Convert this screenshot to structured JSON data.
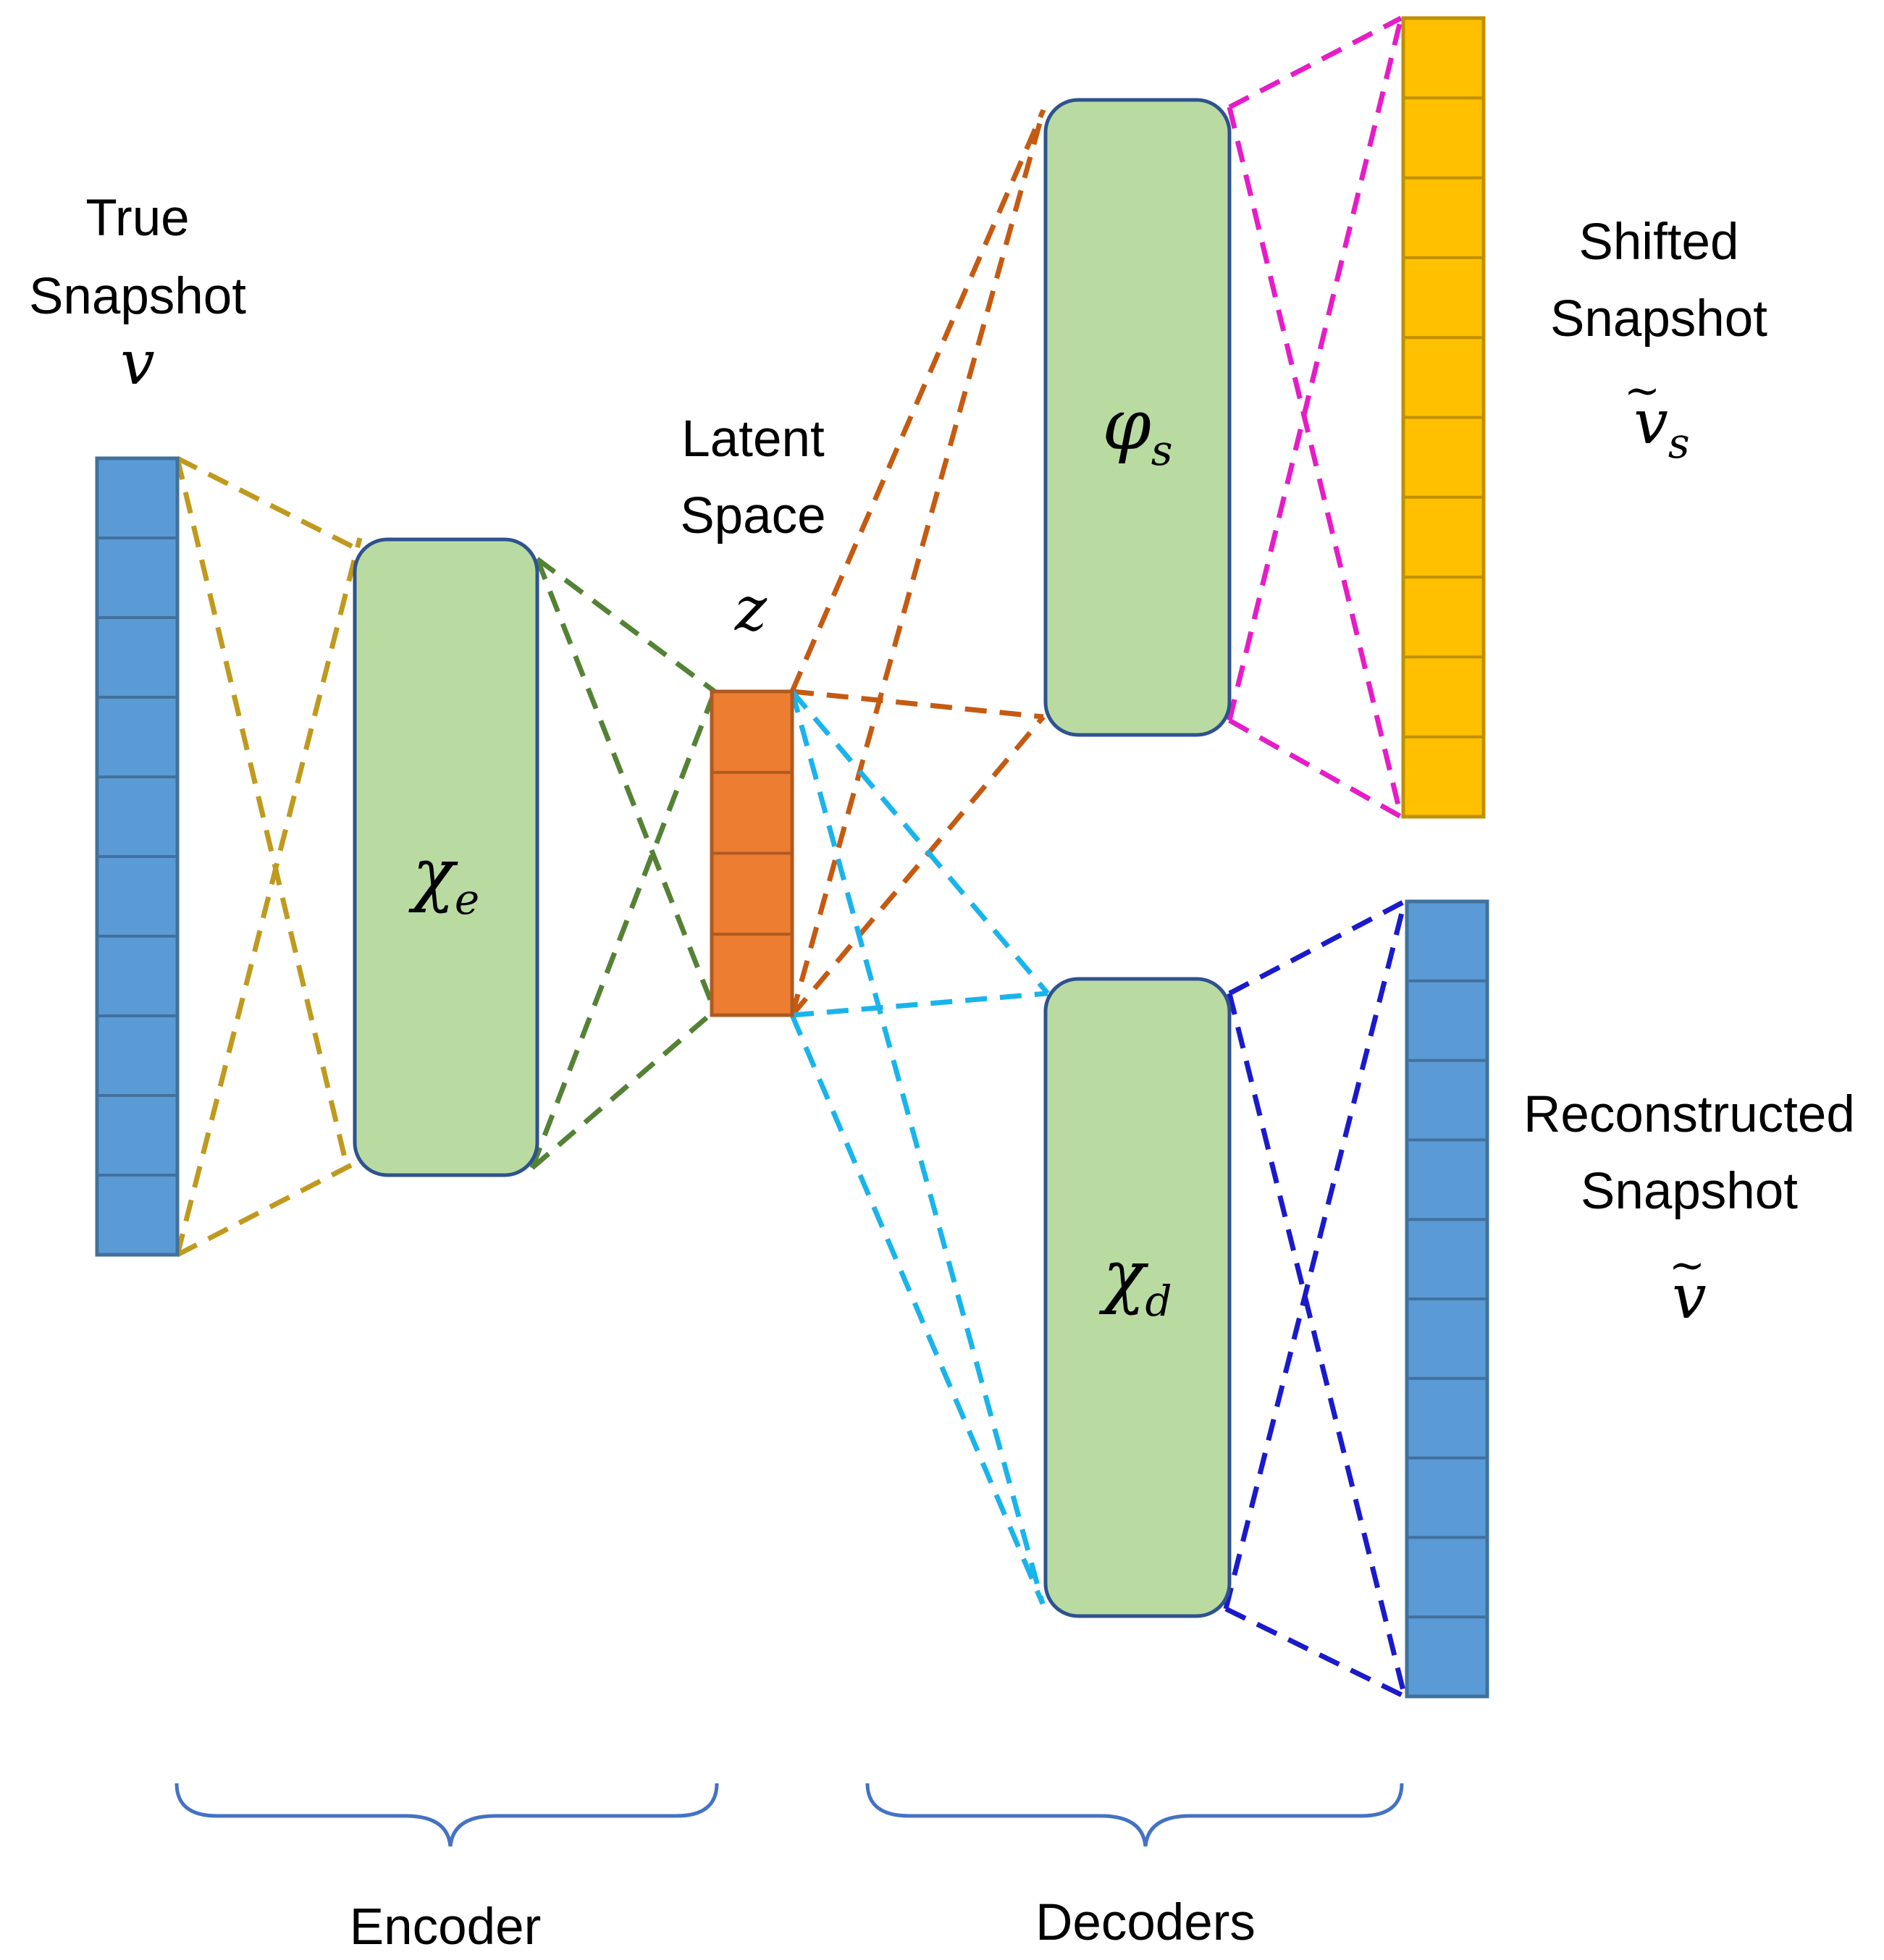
{
  "labels": {
    "true_snapshot": {
      "line1": "True",
      "line2": "Snapshot",
      "symbol": "v"
    },
    "latent_space": {
      "line1": "Latent",
      "line2": "Space",
      "symbol": "z"
    },
    "shifted_snapshot": {
      "line1": "Shifted",
      "line2": "Snapshot",
      "symbol": "v",
      "subscript": "s"
    },
    "reconstructed_snapshot": {
      "line1": "Reconstructed",
      "line2": "Snapshot",
      "symbol": "v"
    },
    "encoder_block": {
      "symbol": "χ",
      "subscript": "e"
    },
    "shift_decoder_block": {
      "symbol": "φ",
      "subscript": "s"
    },
    "decoder_block": {
      "symbol": "χ",
      "subscript": "d"
    },
    "encoder_brace": "Encoder",
    "decoders_brace": "Decoders"
  },
  "colors": {
    "input_vector": "#5B9BD5",
    "input_vector_border": "#41719C",
    "latent_vector": "#ED7D31",
    "latent_vector_border": "#AE5A21",
    "shifted_vector": "#FFC000",
    "shifted_vector_border": "#BF9000",
    "block_fill": "#B9DBA2",
    "block_border": "#2F528F",
    "encoder_in_links": "#C09A1E",
    "encoder_out_links": "#548235",
    "shift_in_links": "#C55A11",
    "shift_out_links": "#E61CC8",
    "decoder_in_links": "#19B4EB",
    "decoder_out_links": "#1A1ACC",
    "brace": "#4472C4"
  }
}
